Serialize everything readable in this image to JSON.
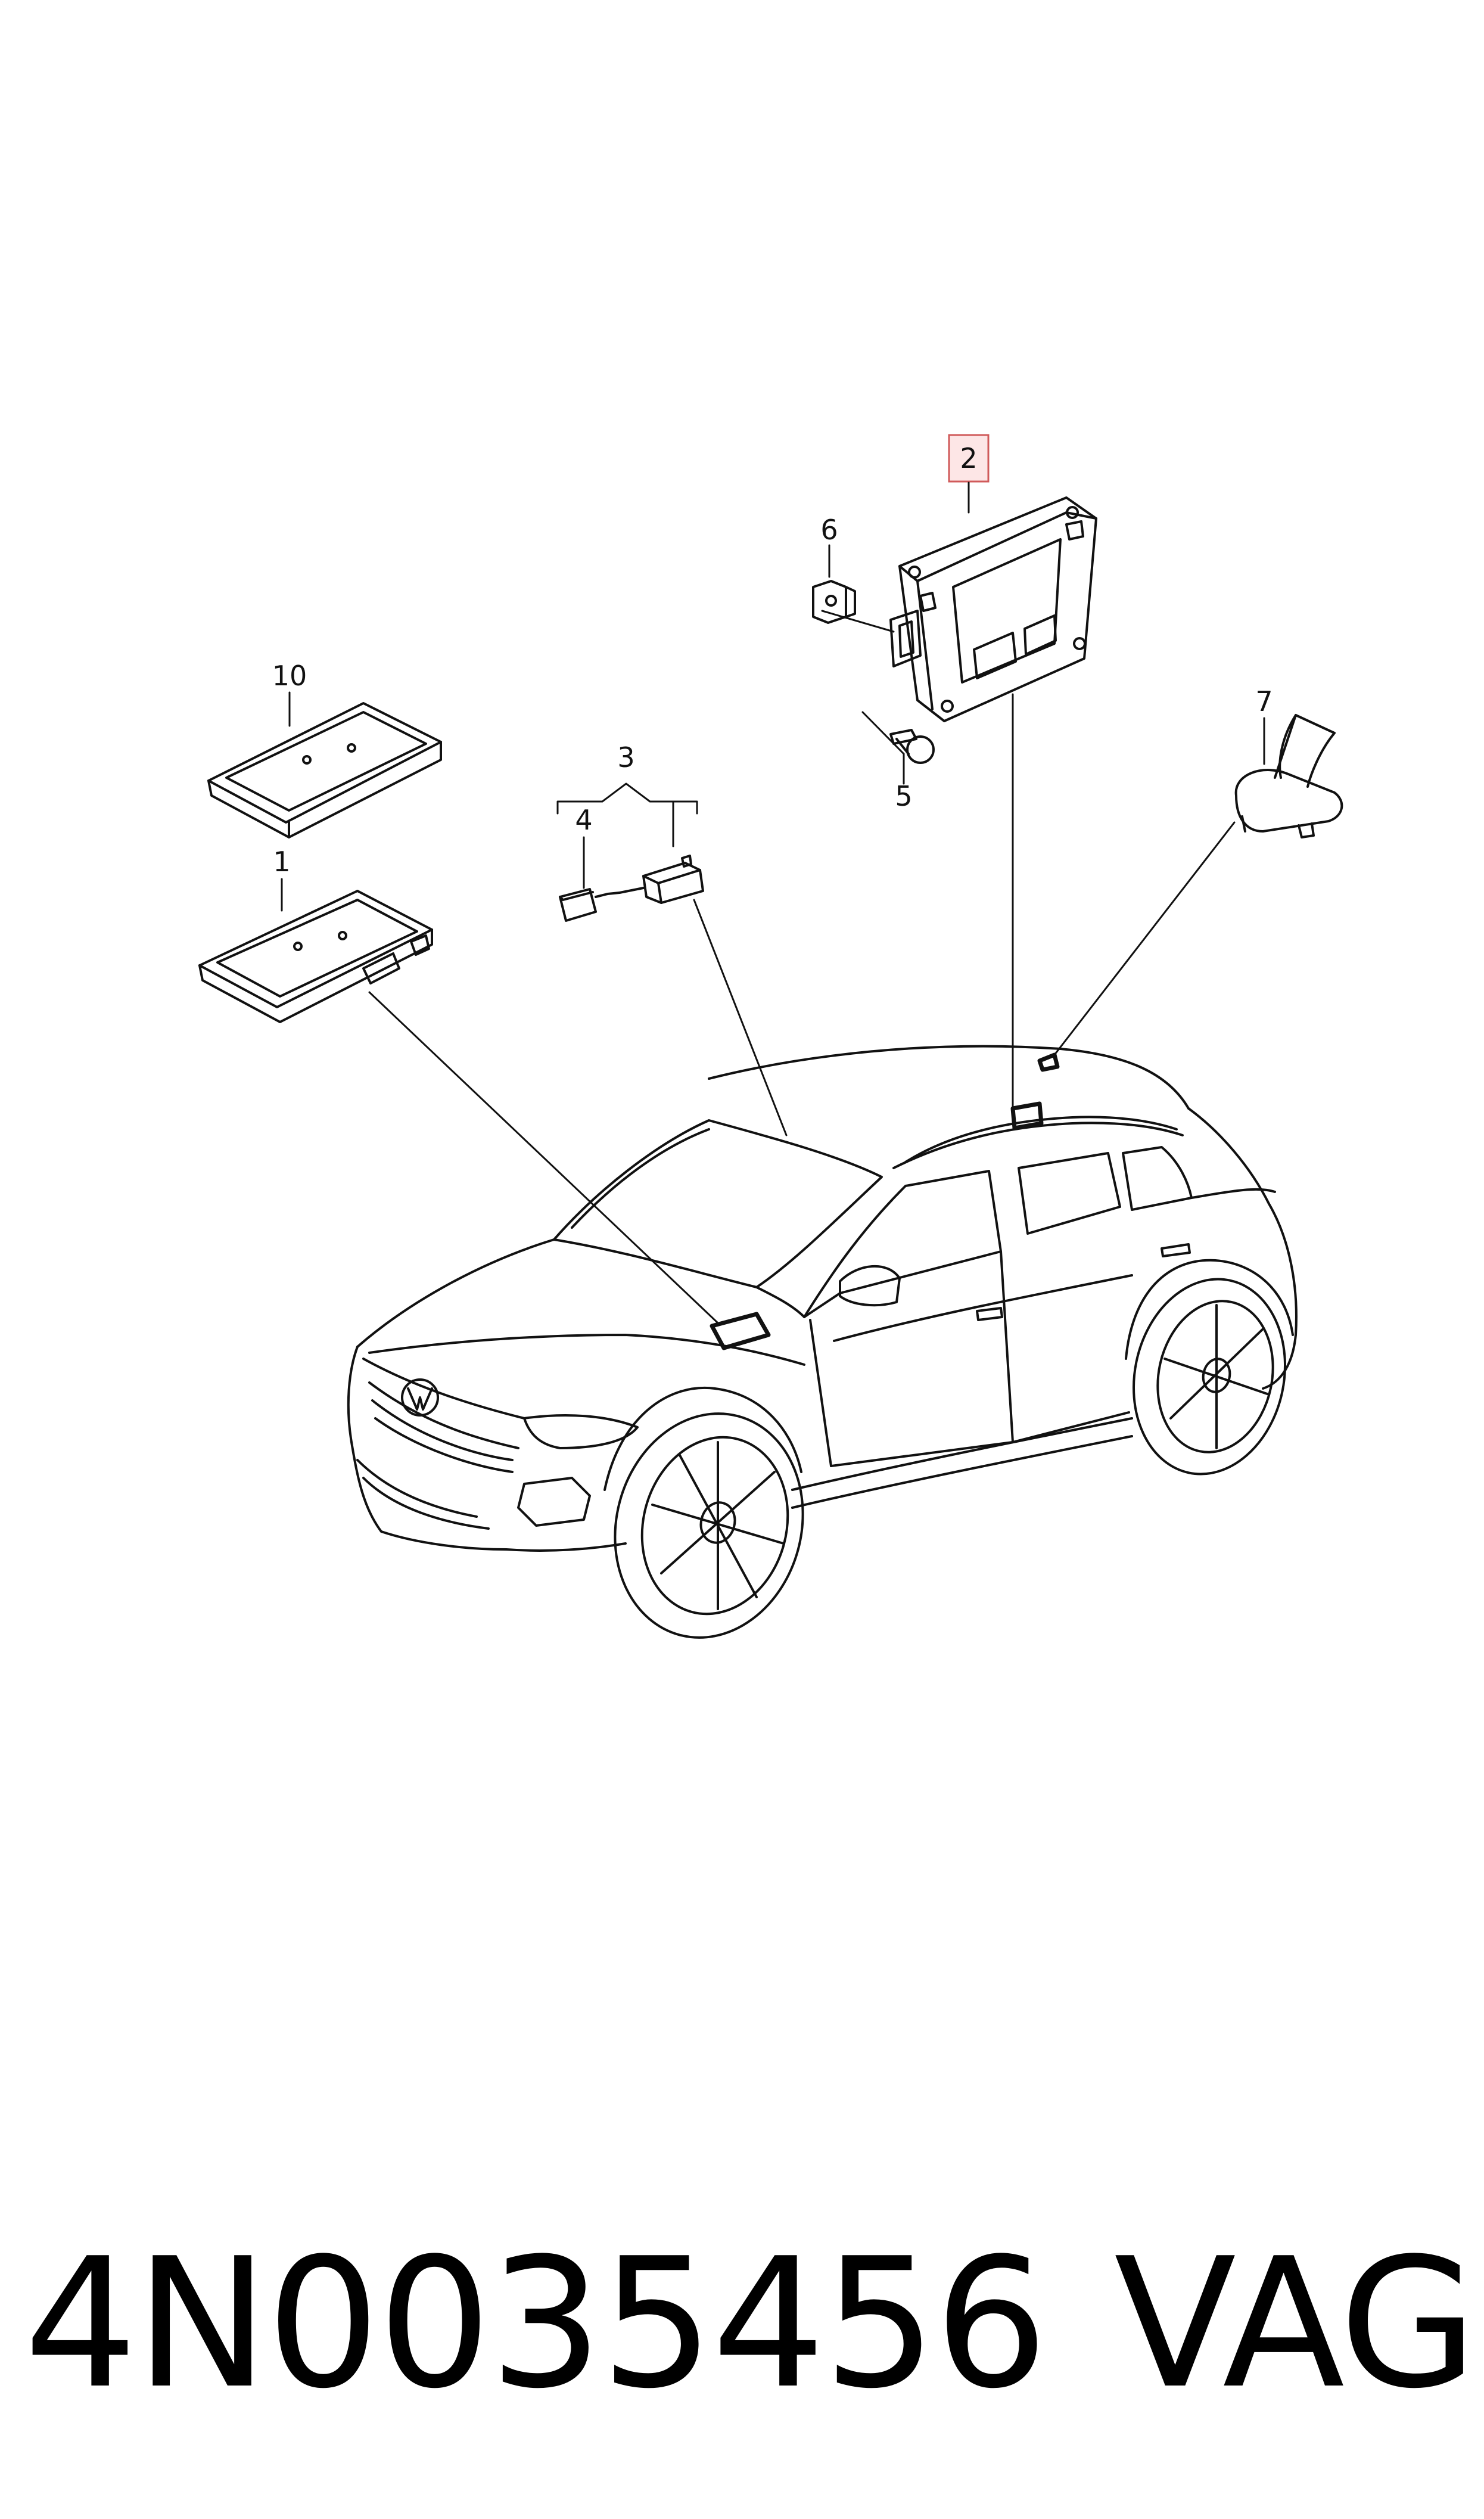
{
  "callouts": {
    "c1": "1",
    "c2": "2",
    "c3": "3",
    "c4": "4",
    "c5": "5",
    "c6": "6",
    "c7": "7",
    "c10": "10"
  },
  "highlight_color": "#fde6e6",
  "highlight_border": "#d05a5a",
  "footer": {
    "part_number": "4N0035456",
    "brand": "VAG"
  }
}
